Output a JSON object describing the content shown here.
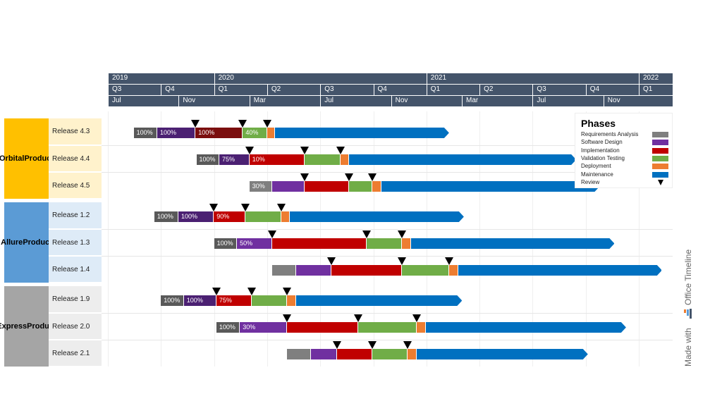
{
  "timeline_header": {
    "years": [
      {
        "label": "2019",
        "start": "2019-07",
        "end": "2020-01"
      },
      {
        "label": "2020",
        "start": "2020-01",
        "end": "2021-01"
      },
      {
        "label": "2021",
        "start": "2021-01",
        "end": "2022-01"
      },
      {
        "label": "2022",
        "start": "2022-01",
        "end": "2022-04"
      }
    ],
    "quarters": [
      {
        "label": "Q3",
        "start": "2019-07"
      },
      {
        "label": "Q4",
        "start": "2019-10"
      },
      {
        "label": "Q1",
        "start": "2020-01"
      },
      {
        "label": "Q2",
        "start": "2020-04"
      },
      {
        "label": "Q3",
        "start": "2020-07"
      },
      {
        "label": "Q4",
        "start": "2020-10"
      },
      {
        "label": "Q1",
        "start": "2021-01"
      },
      {
        "label": "Q2",
        "start": "2021-04"
      },
      {
        "label": "Q3",
        "start": "2021-07"
      },
      {
        "label": "Q4",
        "start": "2021-10"
      },
      {
        "label": "Q1",
        "start": "2022-01"
      }
    ],
    "months": [
      {
        "label": "Jul",
        "start": "2019-07"
      },
      {
        "label": "Nov",
        "start": "2019-11"
      },
      {
        "label": "Mar",
        "start": "2020-03"
      },
      {
        "label": "Jul",
        "start": "2020-07"
      },
      {
        "label": "Nov",
        "start": "2020-11"
      },
      {
        "label": "Mar",
        "start": "2021-03"
      },
      {
        "label": "Jul",
        "start": "2021-07"
      },
      {
        "label": "Nov",
        "start": "2021-11"
      }
    ]
  },
  "legend": {
    "title": "Phases",
    "items": [
      {
        "label": "Requirements Analysis",
        "color": "#7F7F7F"
      },
      {
        "label": "Software Design",
        "color": "#7030A0"
      },
      {
        "label": "Implementation",
        "color": "#C00000"
      },
      {
        "label": "Validation Testing",
        "color": "#70AD47"
      },
      {
        "label": "Deployment",
        "color": "#ED7D31"
      },
      {
        "label": "Maintenance",
        "color": "#0070C0"
      },
      {
        "label": "Review",
        "icon": "review-triangle-icon"
      }
    ]
  },
  "brand": {
    "prefix": "Made with",
    "name": "Office Timeline"
  },
  "chart_data": {
    "type": "gantt",
    "x_axis": {
      "unit": "month",
      "range": [
        "2019-07",
        "2022-04"
      ]
    },
    "phase_colors": {
      "req": "#7F7F7F",
      "design": "#7030A0",
      "impl": "#C00000",
      "test": "#70AD47",
      "deploy": "#ED7D31",
      "maint": "#0070C0"
    },
    "completed_colors": {
      "req": "#595959",
      "design": "#4B2072",
      "impl": "#7B0E0E"
    },
    "groups": [
      {
        "name": "Orbital Product",
        "name_lines": [
          "Orbital",
          "Product"
        ],
        "color": "#FFC000",
        "row_bg": "#FFF2CC",
        "releases": [
          {
            "name": "Release 4.3",
            "phases": [
              {
                "phase": "req",
                "start": "2019-08-15",
                "end": "2019-09-25",
                "label": "100%",
                "done": true
              },
              {
                "phase": "design",
                "start": "2019-09-25",
                "end": "2019-11-30",
                "label": "100%",
                "done": true
              },
              {
                "phase": "impl",
                "start": "2019-11-30",
                "end": "2020-02-20",
                "label": "100%",
                "done": true
              },
              {
                "phase": "test",
                "start": "2020-02-20",
                "end": "2020-04-01",
                "label": "40%"
              },
              {
                "phase": "deploy",
                "start": "2020-04-01",
                "end": "2020-04-15"
              },
              {
                "phase": "maint",
                "start": "2020-04-15",
                "end": "2021-02-10"
              }
            ],
            "reviews": [
              "2019-11-30",
              "2020-02-20",
              "2020-04-01"
            ]
          },
          {
            "name": "Release 4.4",
            "phases": [
              {
                "phase": "req",
                "start": "2019-12-01",
                "end": "2020-01-10",
                "label": "100%",
                "done": true
              },
              {
                "phase": "design",
                "start": "2020-01-10",
                "end": "2020-03-01",
                "label": "75%",
                "done": true
              },
              {
                "phase": "impl",
                "start": "2020-03-01",
                "end": "2020-06-05",
                "label": "10%"
              },
              {
                "phase": "test",
                "start": "2020-06-05",
                "end": "2020-08-05"
              },
              {
                "phase": "deploy",
                "start": "2020-08-05",
                "end": "2020-08-20"
              },
              {
                "phase": "maint",
                "start": "2020-08-20",
                "end": "2021-09-15"
              }
            ],
            "reviews": [
              "2020-03-01",
              "2020-06-05",
              "2020-08-05"
            ]
          },
          {
            "name": "Release 4.5",
            "phases": [
              {
                "phase": "req",
                "start": "2020-03-01",
                "end": "2020-04-10",
                "label": "30%"
              },
              {
                "phase": "design",
                "start": "2020-04-10",
                "end": "2020-06-05"
              },
              {
                "phase": "impl",
                "start": "2020-06-05",
                "end": "2020-08-20"
              },
              {
                "phase": "test",
                "start": "2020-08-20",
                "end": "2020-09-30"
              },
              {
                "phase": "deploy",
                "start": "2020-09-30",
                "end": "2020-10-15"
              },
              {
                "phase": "maint",
                "start": "2020-10-15",
                "end": "2021-10-25"
              }
            ],
            "reviews": [
              "2020-06-05",
              "2020-08-20",
              "2020-09-30"
            ]
          }
        ]
      },
      {
        "name": "Allure Product",
        "name_lines": [
          "Allure",
          "Product"
        ],
        "color": "#5B9BD5",
        "row_bg": "#DEEBF7",
        "releases": [
          {
            "name": "Release 1.2",
            "phases": [
              {
                "phase": "req",
                "start": "2019-09-20",
                "end": "2019-10-31",
                "label": "100%",
                "done": true
              },
              {
                "phase": "design",
                "start": "2019-10-31",
                "end": "2019-12-31",
                "label": "100%",
                "done": true
              },
              {
                "phase": "impl",
                "start": "2019-12-31",
                "end": "2020-02-25",
                "label": "90%"
              },
              {
                "phase": "test",
                "start": "2020-02-25",
                "end": "2020-04-25"
              },
              {
                "phase": "deploy",
                "start": "2020-04-25",
                "end": "2020-05-10"
              },
              {
                "phase": "maint",
                "start": "2020-05-10",
                "end": "2021-03-05"
              }
            ],
            "reviews": [
              "2019-12-31",
              "2020-02-25",
              "2020-04-25"
            ]
          },
          {
            "name": "Release 1.3",
            "phases": [
              {
                "phase": "req",
                "start": "2020-01-01",
                "end": "2020-02-10",
                "label": "100%",
                "done": true
              },
              {
                "phase": "design",
                "start": "2020-02-10",
                "end": "2020-04-10",
                "label": "50%"
              },
              {
                "phase": "impl",
                "start": "2020-04-10",
                "end": "2020-09-20"
              },
              {
                "phase": "test",
                "start": "2020-09-20",
                "end": "2020-11-20"
              },
              {
                "phase": "deploy",
                "start": "2020-11-20",
                "end": "2020-12-05"
              },
              {
                "phase": "maint",
                "start": "2020-12-05",
                "end": "2021-11-20"
              }
            ],
            "reviews": [
              "2020-04-10",
              "2020-09-20",
              "2020-11-20"
            ]
          },
          {
            "name": "Release 1.4",
            "phases": [
              {
                "phase": "req",
                "start": "2020-04-10",
                "end": "2020-05-20"
              },
              {
                "phase": "design",
                "start": "2020-05-20",
                "end": "2020-07-20"
              },
              {
                "phase": "impl",
                "start": "2020-07-20",
                "end": "2020-11-20"
              },
              {
                "phase": "test",
                "start": "2020-11-20",
                "end": "2021-02-10"
              },
              {
                "phase": "deploy",
                "start": "2021-02-10",
                "end": "2021-02-25"
              },
              {
                "phase": "maint",
                "start": "2021-02-25",
                "end": "2022-02-10"
              }
            ],
            "reviews": [
              "2020-07-20",
              "2020-11-20",
              "2021-02-10"
            ]
          }
        ]
      },
      {
        "name": "Express Product",
        "name_lines": [
          "Express",
          "Product"
        ],
        "color": "#A5A5A5",
        "row_bg": "#EDEDED",
        "releases": [
          {
            "name": "Release 1.9",
            "phases": [
              {
                "phase": "req",
                "start": "2019-10-01",
                "end": "2019-11-10",
                "label": "100%",
                "done": true
              },
              {
                "phase": "design",
                "start": "2019-11-10",
                "end": "2020-01-05",
                "label": "100%",
                "done": true
              },
              {
                "phase": "impl",
                "start": "2020-01-05",
                "end": "2020-03-05",
                "label": "75%"
              },
              {
                "phase": "test",
                "start": "2020-03-05",
                "end": "2020-05-05"
              },
              {
                "phase": "deploy",
                "start": "2020-05-05",
                "end": "2020-05-20"
              },
              {
                "phase": "maint",
                "start": "2020-05-20",
                "end": "2021-03-01"
              }
            ],
            "reviews": [
              "2020-01-05",
              "2020-03-05",
              "2020-05-05"
            ]
          },
          {
            "name": "Release 2.0",
            "phases": [
              {
                "phase": "req",
                "start": "2020-01-05",
                "end": "2020-02-15",
                "label": "100%",
                "done": true
              },
              {
                "phase": "design",
                "start": "2020-02-15",
                "end": "2020-05-05",
                "label": "30%"
              },
              {
                "phase": "impl",
                "start": "2020-05-05",
                "end": "2020-09-05"
              },
              {
                "phase": "test",
                "start": "2020-09-05",
                "end": "2020-12-15"
              },
              {
                "phase": "deploy",
                "start": "2020-12-15",
                "end": "2020-12-31"
              },
              {
                "phase": "maint",
                "start": "2020-12-31",
                "end": "2021-12-10"
              }
            ],
            "reviews": [
              "2020-05-05",
              "2020-09-05",
              "2020-12-15"
            ]
          },
          {
            "name": "Release 2.1",
            "phases": [
              {
                "phase": "req",
                "start": "2020-05-05",
                "end": "2020-06-15"
              },
              {
                "phase": "design",
                "start": "2020-06-15",
                "end": "2020-07-30"
              },
              {
                "phase": "impl",
                "start": "2020-07-30",
                "end": "2020-09-30"
              },
              {
                "phase": "test",
                "start": "2020-09-30",
                "end": "2020-11-30"
              },
              {
                "phase": "deploy",
                "start": "2020-11-30",
                "end": "2020-12-15"
              },
              {
                "phase": "maint",
                "start": "2020-12-15",
                "end": "2021-10-05"
              }
            ],
            "reviews": [
              "2020-07-30",
              "2020-09-30",
              "2020-11-30"
            ]
          }
        ]
      }
    ]
  }
}
